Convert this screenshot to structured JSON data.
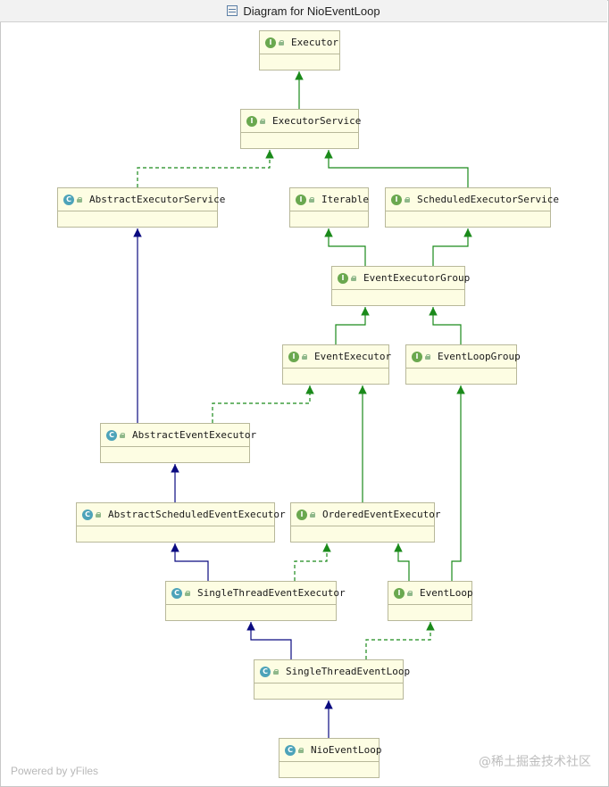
{
  "window": {
    "title": "Diagram for NioEventLoop"
  },
  "nodes": {
    "executor": {
      "name": "Executor",
      "kind": "I"
    },
    "executor_service": {
      "name": "ExecutorService",
      "kind": "I"
    },
    "abstract_executor_service": {
      "name": "AbstractExecutorService",
      "kind": "C"
    },
    "iterable": {
      "name": "Iterable",
      "kind": "I"
    },
    "scheduled_executor_service": {
      "name": "ScheduledExecutorService",
      "kind": "I"
    },
    "event_executor_group": {
      "name": "EventExecutorGroup",
      "kind": "I"
    },
    "event_executor": {
      "name": "EventExecutor",
      "kind": "I"
    },
    "event_loop_group": {
      "name": "EventLoopGroup",
      "kind": "I"
    },
    "abstract_event_executor": {
      "name": "AbstractEventExecutor",
      "kind": "C"
    },
    "abstract_scheduled_event_executor": {
      "name": "AbstractScheduledEventExecutor",
      "kind": "C"
    },
    "ordered_event_executor": {
      "name": "OrderedEventExecutor",
      "kind": "I"
    },
    "single_thread_event_executor": {
      "name": "SingleThreadEventExecutor",
      "kind": "C"
    },
    "event_loop": {
      "name": "EventLoop",
      "kind": "I"
    },
    "single_thread_event_loop": {
      "name": "SingleThreadEventLoop",
      "kind": "C"
    },
    "nio_event_loop": {
      "name": "NioEventLoop",
      "kind": "C"
    }
  },
  "colors": {
    "node_fill": "#fdfde3",
    "node_border": "#b8b89a",
    "extends_edge": "#0a0a80",
    "interface_edge": "#1a8a1a"
  },
  "footer": {
    "powered_by": "Powered by yFiles",
    "watermark": "@稀土掘金技术社区"
  }
}
